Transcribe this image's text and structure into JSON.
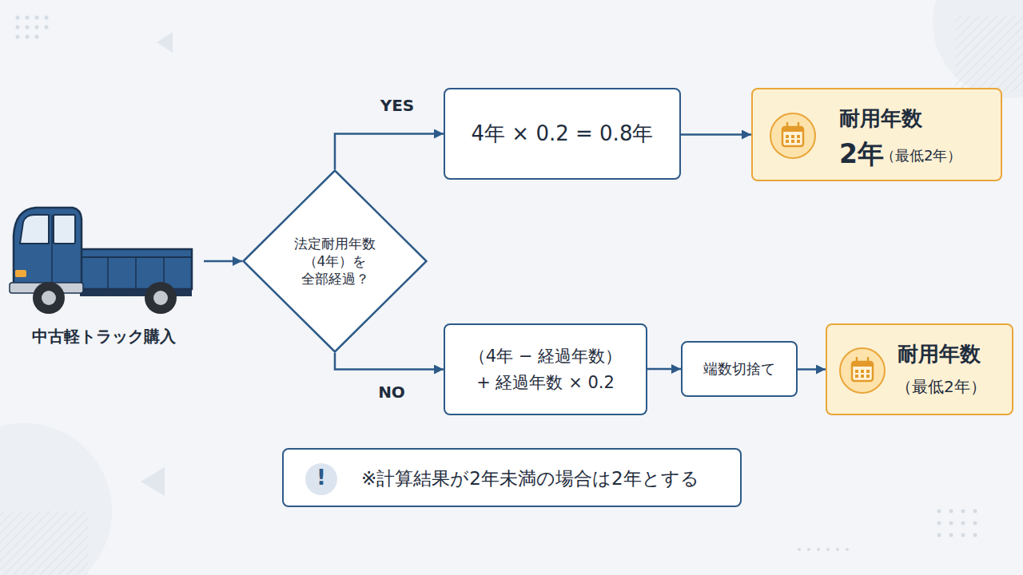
{
  "diagram": {
    "nodes": [
      {
        "text": [
          "中古軽トラック購入"
        ]
      },
      {
        "text": [
          "法定耐用年数 （4年）を 全部経過？"
        ]
      },
      {
        "text": [
          "4年 × 0.2 = 0.8年"
        ]
      },
      {
        "text": [
          "耐用年数",
          "2年",
          "（最低2年）"
        ]
      },
      {
        "text": [
          "（4年 − 経過年数） + 経過年数 × 0.2"
        ]
      },
      {
        "text": [
          "端数切捨て"
        ]
      },
      {
        "text": [
          "耐用年数",
          "（最低2年）"
        ]
      },
      {
        "text": [
          "!",
          "※計算結果が2年未満の場合は2年とする"
        ]
      }
    ],
    "edges": [
      {
        "from": 0,
        "to": 1,
        "arrow": "to"
      },
      {
        "from": 1,
        "to": 2,
        "label": "YES",
        "arrow": "to"
      },
      {
        "from": 1,
        "to": 4,
        "label": "NO",
        "arrow": "to"
      },
      {
        "from": 2,
        "to": 3,
        "arrow": "to"
      },
      {
        "from": 4,
        "to": 5,
        "arrow": "to"
      },
      {
        "from": 5,
        "to": 6,
        "arrow": "to"
      }
    ]
  }
}
